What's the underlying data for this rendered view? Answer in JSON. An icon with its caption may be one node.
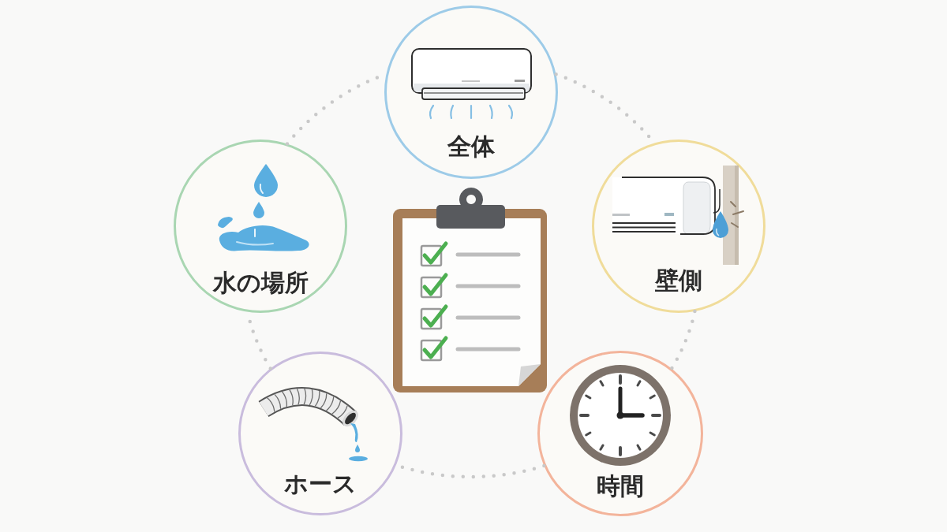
{
  "diagram": {
    "nodes": [
      {
        "text": [
          "全体"
        ]
      },
      {
        "text": [
          "水の場所"
        ]
      },
      {
        "text": [
          "壁側"
        ]
      },
      {
        "text": [
          "ホース"
        ]
      },
      {
        "text": [
          "時間"
        ]
      }
    ],
    "edges": [
      {
        "from": 0,
        "to": 2,
        "arrow": "none",
        "style": "dashed"
      },
      {
        "from": 2,
        "to": 4,
        "arrow": "none",
        "style": "dashed"
      },
      {
        "from": 4,
        "to": 3,
        "arrow": "none",
        "style": "dashed"
      },
      {
        "from": 3,
        "to": 1,
        "arrow": "none",
        "style": "dashed"
      },
      {
        "from": 1,
        "to": 0,
        "arrow": "none",
        "style": "dashed"
      }
    ]
  }
}
